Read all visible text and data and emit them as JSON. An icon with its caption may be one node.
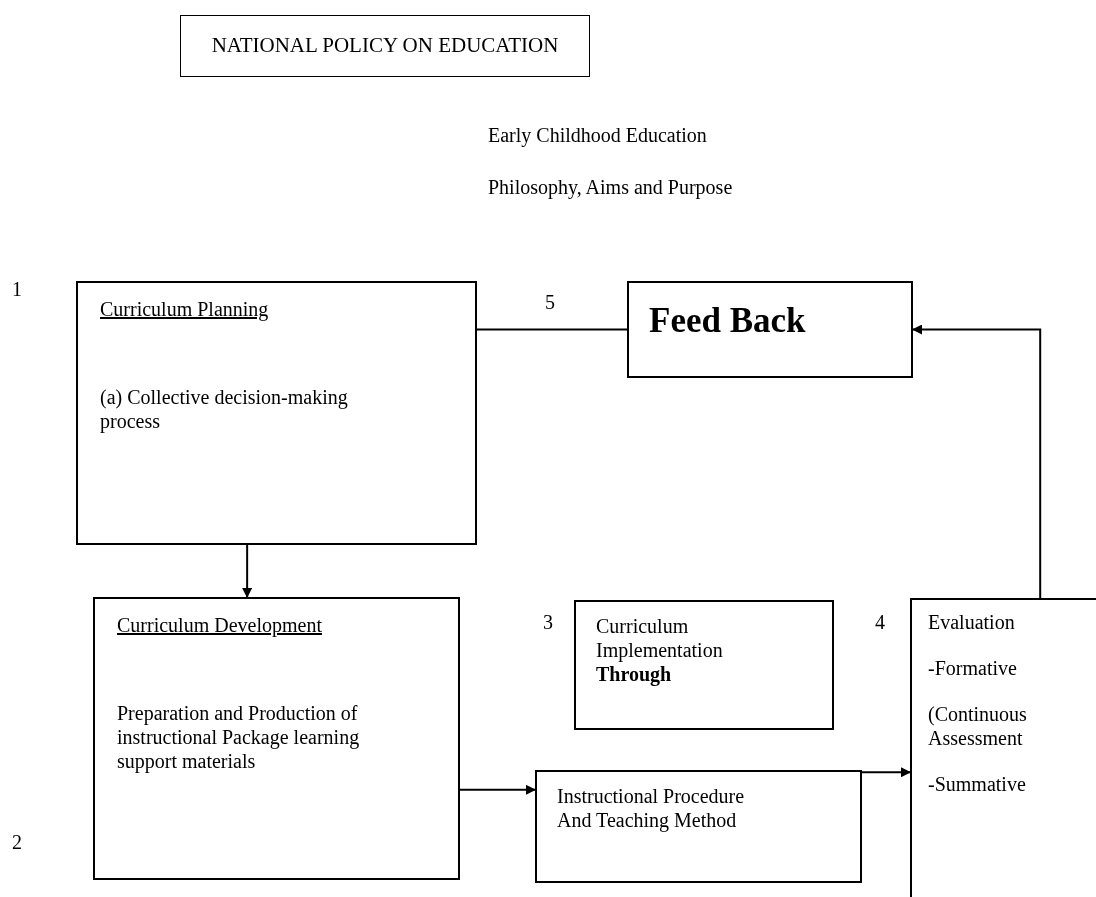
{
  "diagram": {
    "nodes": [
      {
        "text": [
          "NATIONAL POLICY ON EDUCATION"
        ]
      },
      {
        "text": [
          "Curriculum Planning",
          "(a) Collective decision-making process"
        ],
        "beside": [
          "1"
        ]
      },
      {
        "text": [
          "Feed Back"
        ]
      },
      {
        "text": [
          "Curriculum Development",
          "Preparation and Production of instructional Package learning support materials"
        ],
        "beside": [
          "2"
        ]
      },
      {
        "text": [
          "Curriculum Implementation **Through**"
        ],
        "beside": [
          "3"
        ]
      },
      {
        "text": [
          "Instructional Procedure And Teaching Method"
        ]
      },
      {
        "text": [
          "Evaluation",
          "-Formative",
          "(Continuous Assessment",
          "-Summative"
        ],
        "beside": [
          "4"
        ]
      }
    ],
    "edges": [
      {
        "from": 1,
        "to": 2,
        "arrow": "none",
        "label": "5"
      },
      {
        "from": 1,
        "to": 3,
        "arrow": "to"
      },
      {
        "from": 3,
        "to": 5,
        "arrow": "to"
      },
      {
        "from": 5,
        "to": 6,
        "arrow": "to"
      },
      {
        "from": 6,
        "to": 2,
        "arrow": "to"
      }
    ],
    "labels": [
      "Early Childhood Education",
      "Philosophy, Aims and Purpose"
    ]
  }
}
